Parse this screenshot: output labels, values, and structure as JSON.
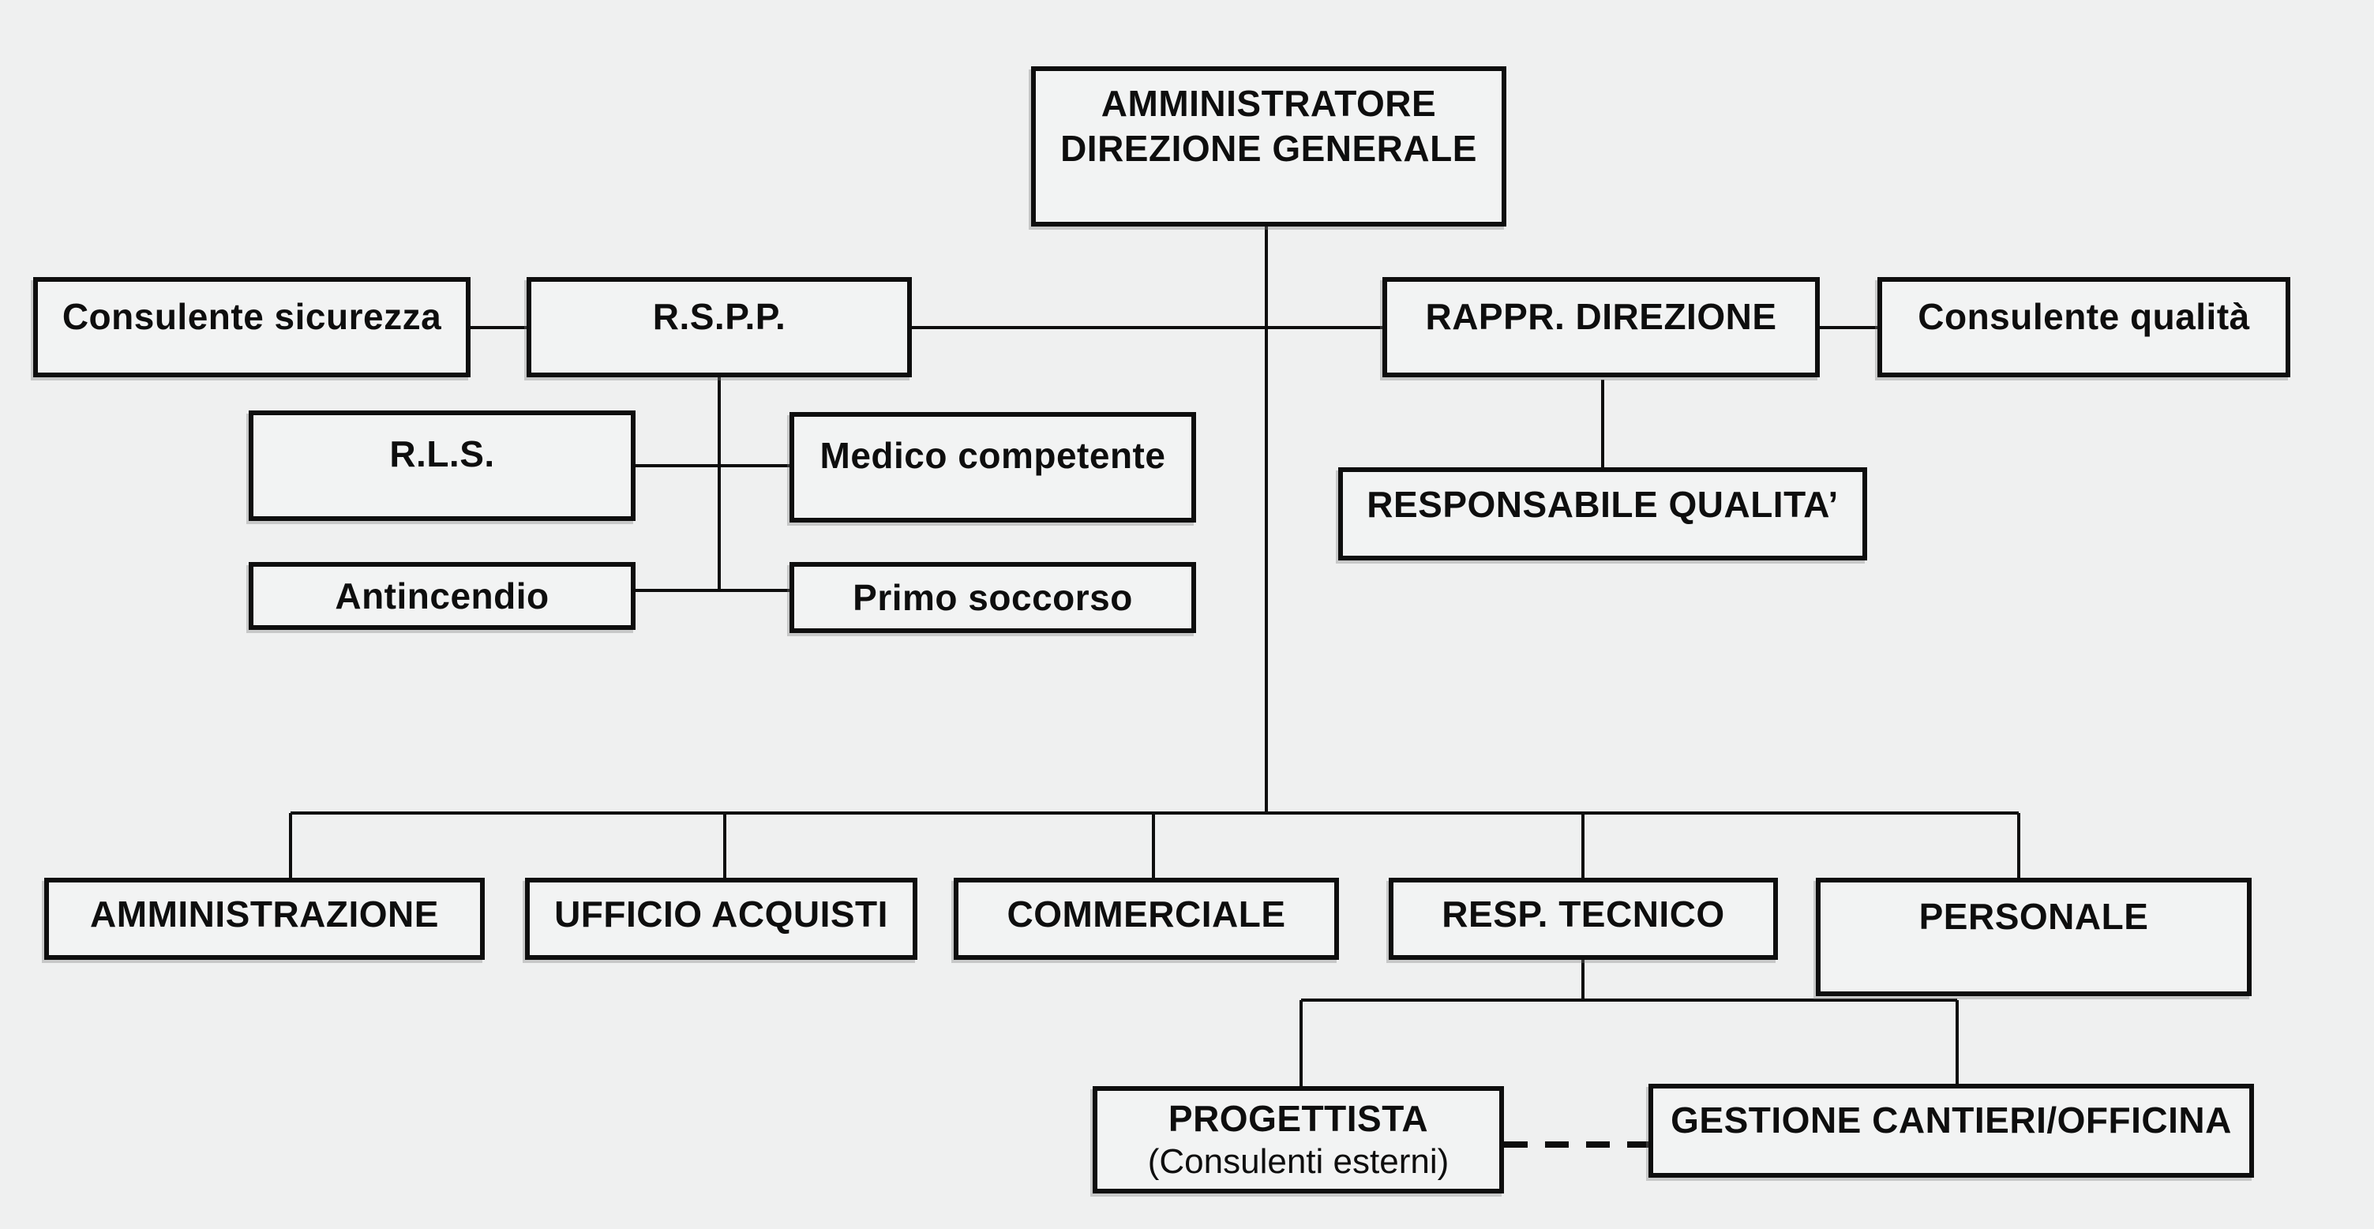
{
  "boxes": {
    "amministratore": {
      "line1": "AMMINISTRATORE",
      "line2": "DIREZIONE GENERALE"
    },
    "consulente_sicurezza": {
      "label": "Consulente sicurezza"
    },
    "rspp": {
      "label": "R.S.P.P."
    },
    "rappr_direzione": {
      "label": "RAPPR. DIREZIONE"
    },
    "consulente_qualita": {
      "label": "Consulente qualità"
    },
    "rls": {
      "label": "R.L.S."
    },
    "medico_competente": {
      "label": "Medico competente"
    },
    "responsabile_qualita": {
      "label": "RESPONSABILE QUALITA’"
    },
    "antincendio": {
      "label": "Antincendio"
    },
    "primo_soccorso": {
      "label": "Primo soccorso"
    },
    "amministrazione": {
      "label": "AMMINISTRAZIONE"
    },
    "ufficio_acquisti": {
      "label": "UFFICIO ACQUISTI"
    },
    "commerciale": {
      "label": "COMMERCIALE"
    },
    "resp_tecnico": {
      "label": "RESP. TECNICO"
    },
    "personale": {
      "label": "PERSONALE"
    },
    "progettista": {
      "line1": "PROGETTISTA",
      "line2": "(Consulenti esterni)"
    },
    "gestione_cantieri": {
      "label": "GESTIONE CANTIERI/OFFICINA"
    }
  },
  "colors": {
    "background": "#eff0f0",
    "box_fill": "#f2f3f3",
    "line": "#0e0e0e",
    "text": "#0e0e0e"
  }
}
